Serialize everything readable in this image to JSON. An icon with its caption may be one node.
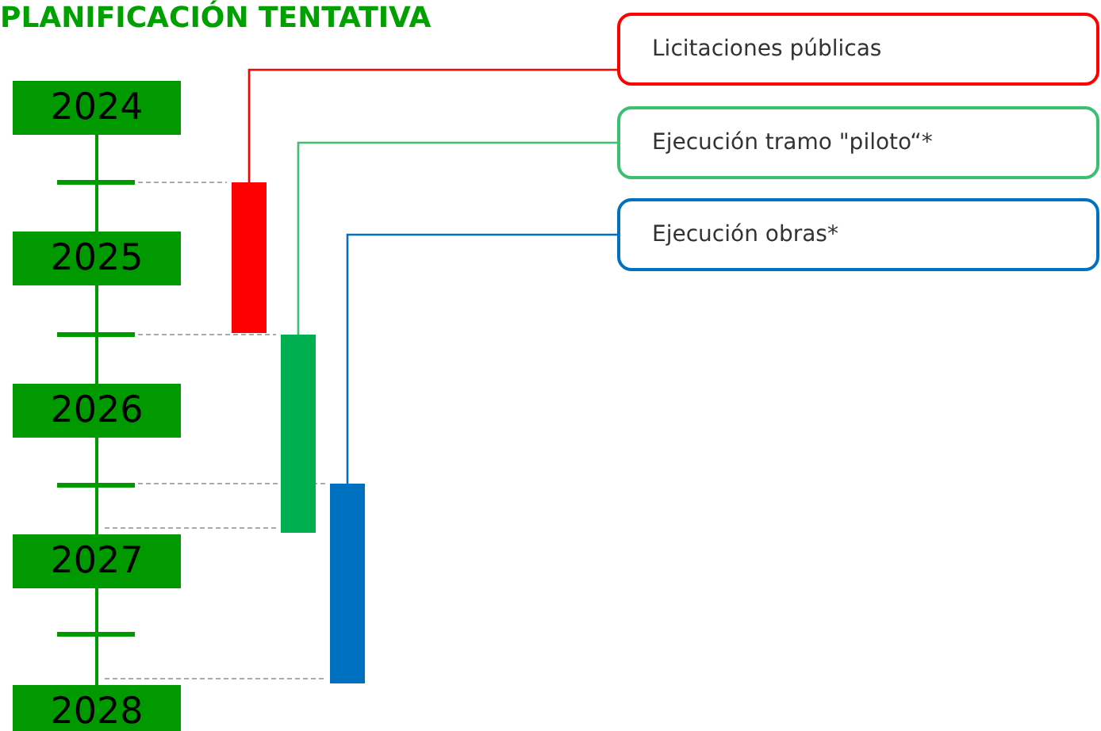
{
  "diagram": {
    "title": "PLANIFICACIÓN TENTATIVA",
    "nodes": [
      {
        "text": [
          "2024"
        ]
      },
      {
        "text": [
          "2025"
        ]
      },
      {
        "text": [
          "2026"
        ]
      },
      {
        "text": [
          "2027"
        ]
      },
      {
        "text": [
          "2028"
        ]
      },
      {
        "text": [],
        "shape": "bar"
      },
      {
        "text": [],
        "shape": "bar"
      },
      {
        "text": [],
        "shape": "bar"
      },
      {
        "text": [
          "Licitaciones públicas"
        ]
      },
      {
        "text": [
          "Ejecución tramo \"piloto“*"
        ]
      },
      {
        "text": [
          "Ejecución obras*"
        ]
      }
    ],
    "edges": [
      {
        "from": 5,
        "to": 8,
        "arrow": "none",
        "color": "#ff0000"
      },
      {
        "from": 6,
        "to": 9,
        "arrow": "none",
        "color": "#3cbf6e"
      },
      {
        "from": 7,
        "to": 10,
        "arrow": "none",
        "color": "#0070c0"
      }
    ]
  }
}
